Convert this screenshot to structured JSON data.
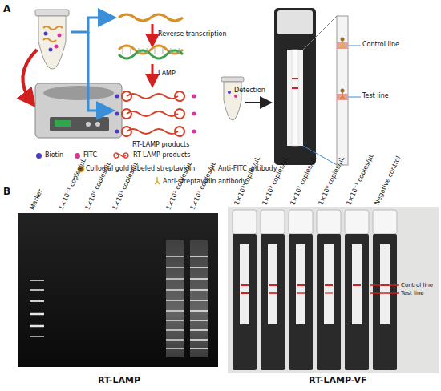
{
  "diagram": {
    "labels": [
      "A",
      "Reverse transcription",
      "LAMP",
      "RT-LAMP products",
      "Detection",
      "Control line",
      "Test line",
      "B",
      "Marker",
      "1×10⁻¹ copies/μL",
      "1×10⁰ copies/μL",
      "1×10¹ copies/μL",
      "1×10² copies/μL",
      "1×10³ copies/μL",
      "1×10³ copies/μL",
      "1×10² copies/μL",
      "1×10¹ copies/μL",
      "1×10⁰ copies/μL",
      "1×10⁻¹ copies/μL",
      "Negative control",
      "Control line",
      "Test line",
      "RT-LAMP",
      "RT-LAMP-VF"
    ],
    "legend": [
      {
        "text": "Biotin",
        "color": "#4b3cc8"
      },
      {
        "text": "FITC",
        "color": "#e0309a"
      },
      {
        "text": "RT-LAMP products"
      },
      {
        "text": "Collodial gold labeled streptavidin"
      },
      {
        "text": "Anti-FITC antibody"
      },
      {
        "text": "Anti-streptavidin antibody"
      }
    ]
  }
}
